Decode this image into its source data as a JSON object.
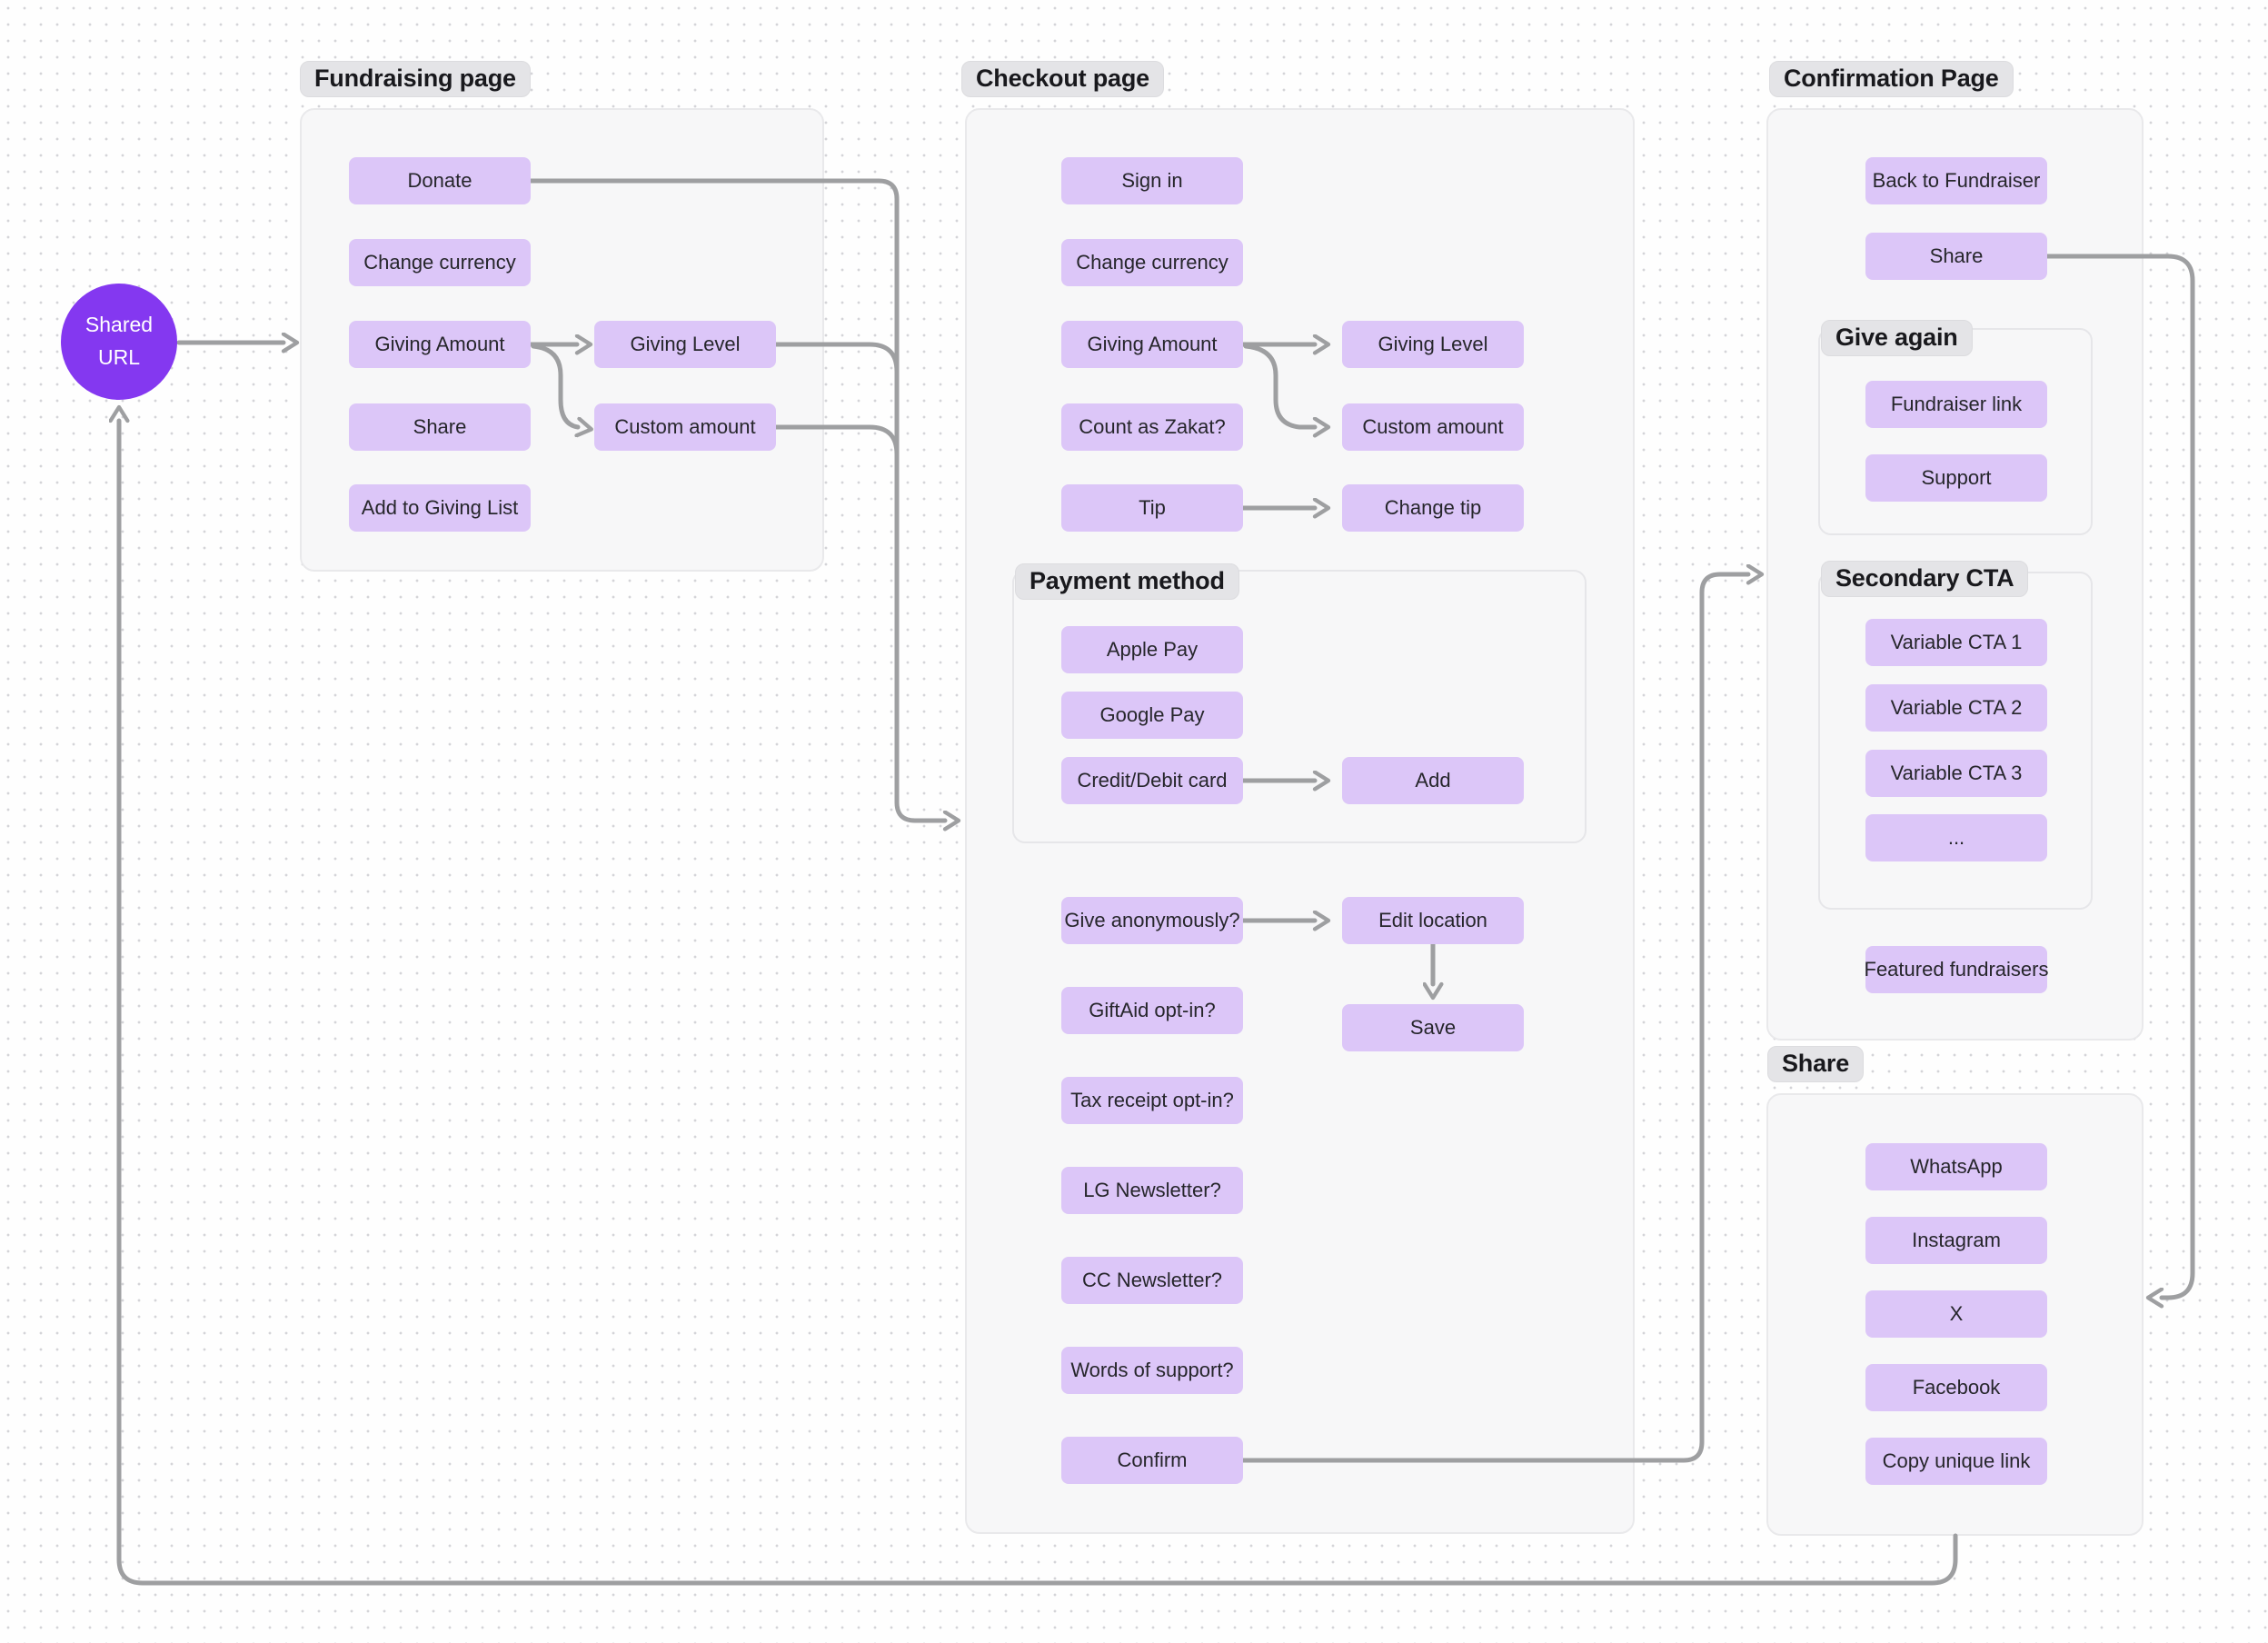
{
  "colors": {
    "node_fill": "#dcc6f8",
    "start_node_fill": "#8438f0",
    "connector_gray": "#9e9fa1",
    "section_fill": "#f7f7f8",
    "chip_fill": "#e4e4e7"
  },
  "start_node": {
    "line1": "Shared",
    "line2": "URL"
  },
  "fundraising": {
    "title": "Fundraising page",
    "main": [
      "Donate",
      "Change currency",
      "Giving Amount",
      "Share",
      "Add to Giving List"
    ],
    "secondary": [
      "Giving Level",
      "Custom amount"
    ]
  },
  "checkout": {
    "title": "Checkout page",
    "main_top": [
      "Sign in",
      "Change currency",
      "Giving Amount",
      "Count as Zakat?",
      "Tip"
    ],
    "secondary_top": [
      "Giving Level",
      "Custom amount",
      "Change tip"
    ],
    "payment": {
      "title": "Payment method",
      "methods": [
        "Apple Pay",
        "Google Pay",
        "Credit/Debit card"
      ],
      "add": "Add"
    },
    "main_bottom": [
      "Give anonymously?",
      "GiftAid opt-in?",
      "Tax receipt opt-in?",
      "LG Newsletter?",
      "CC Newsletter?",
      "Words of support?",
      "Confirm"
    ],
    "secondary_bottom": [
      "Edit location",
      "Save"
    ]
  },
  "confirmation": {
    "title": "Confirmation Page",
    "top": [
      "Back to Fundraiser",
      "Share"
    ],
    "give_again": {
      "title": "Give again",
      "items": [
        "Fundraiser link",
        "Support"
      ]
    },
    "secondary_cta": {
      "title": "Secondary CTA",
      "items": [
        "Variable CTA 1",
        "Variable CTA 2",
        "Variable CTA 3",
        "..."
      ]
    },
    "featured": "Featured fundraisers"
  },
  "share_section": {
    "title": "Share",
    "items": [
      "WhatsApp",
      "Instagram",
      "X",
      "Facebook",
      "Copy unique link"
    ]
  },
  "connections": [
    {
      "from": "shared-url",
      "to": "fundraising-section"
    },
    {
      "from": "donate",
      "to": "checkout-section"
    },
    {
      "from": "giving-amount",
      "to": "giving-level"
    },
    {
      "from": "giving-amount",
      "to": "custom-amount"
    },
    {
      "from": "giving-level",
      "to": "checkout-section"
    },
    {
      "from": "custom-amount",
      "to": "checkout-section"
    },
    {
      "from": "checkout-giving-amount",
      "to": "checkout-giving-level"
    },
    {
      "from": "checkout-giving-amount",
      "to": "checkout-custom-amount"
    },
    {
      "from": "tip",
      "to": "change-tip"
    },
    {
      "from": "credit-debit-card",
      "to": "add"
    },
    {
      "from": "give-anonymously",
      "to": "edit-location"
    },
    {
      "from": "edit-location",
      "to": "save"
    },
    {
      "from": "confirm",
      "to": "confirmation-section"
    },
    {
      "from": "confirmation-share",
      "to": "share-section"
    },
    {
      "from": "share-section",
      "to": "shared-url"
    }
  ]
}
